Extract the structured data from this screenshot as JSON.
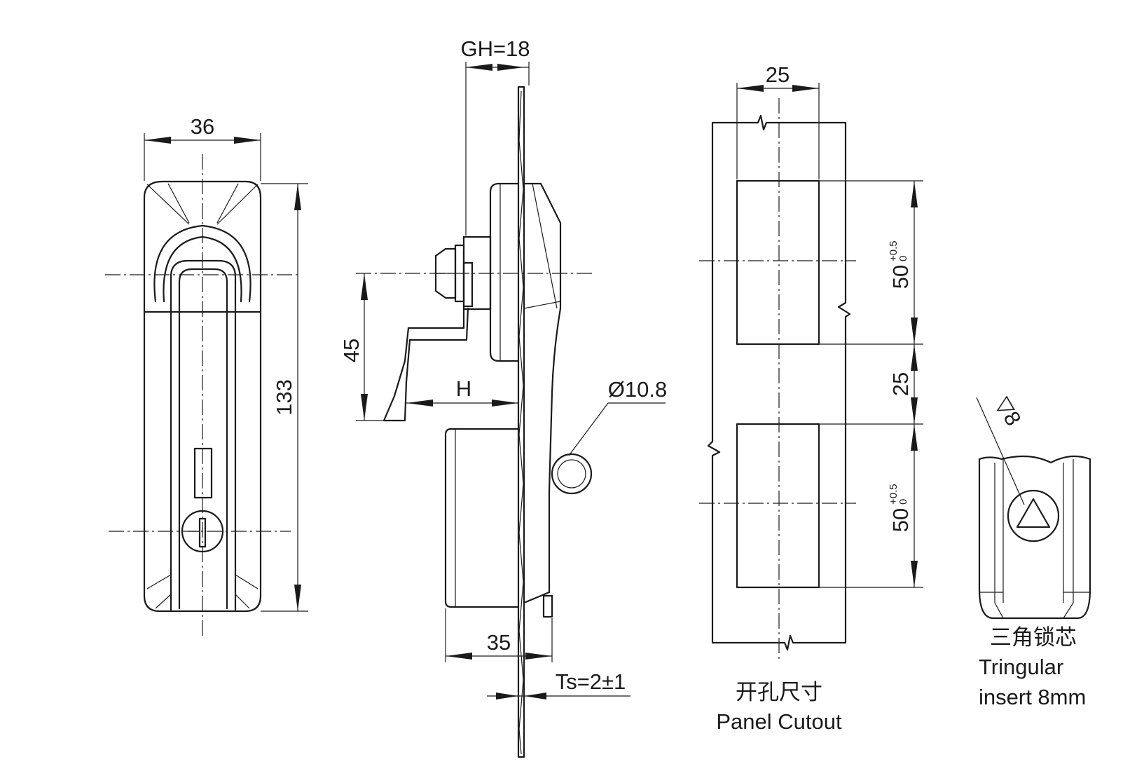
{
  "front_view": {
    "width_label": "36",
    "height_label": "133"
  },
  "side_view": {
    "grip_label": "GH=18",
    "cam_offset_label": "45",
    "h_label": "H",
    "diameter_label": "Ø10.8",
    "depth_label": "35",
    "thickness_label": "Ts=2±1"
  },
  "panel_cutout": {
    "width_label": "25",
    "top_height_main": "50",
    "top_height_upper_tol": "+0.5",
    "top_height_lower_tol": "0",
    "gap_label": "25",
    "bottom_height_main": "50",
    "bottom_height_upper_tol": "+0.5",
    "bottom_height_lower_tol": "0",
    "caption_cn": "开孔尺寸",
    "caption_en": "Panel Cutout"
  },
  "insert_view": {
    "size_label": "▽8",
    "caption_cn": "三角锁芯",
    "caption_en_line1": "Tringular",
    "caption_en_line2": "insert 8mm"
  }
}
